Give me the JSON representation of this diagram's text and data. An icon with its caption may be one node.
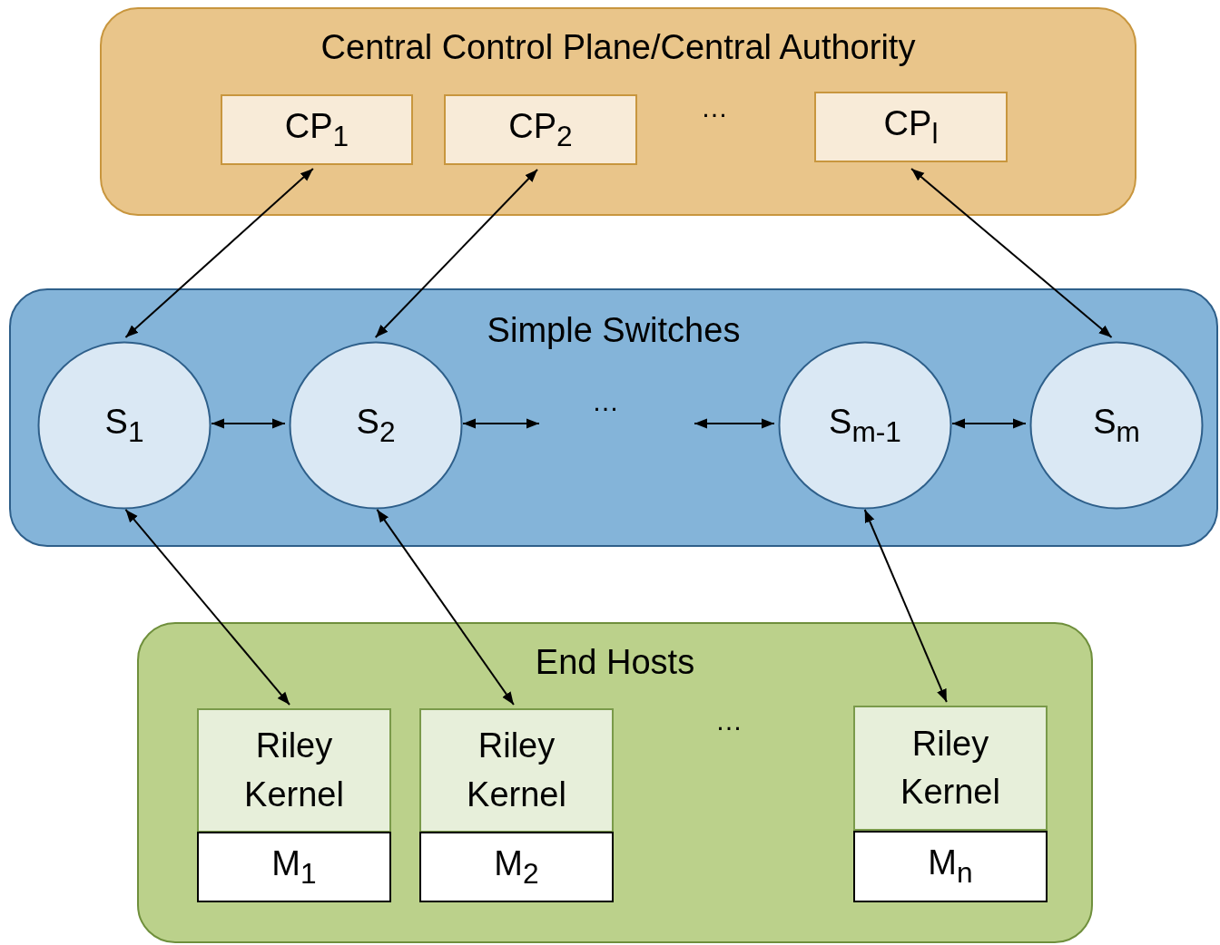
{
  "diagram": {
    "nodes": [
      {
        "text": [
          "Central Control Plane/Central Authority"
        ]
      },
      {
        "text": [
          "CP$_{1}$"
        ],
        "in": 0
      },
      {
        "text": [
          "CP$_{2}$"
        ],
        "in": 0
      },
      {
        "text": [
          "CP$_{l}$"
        ],
        "in": 0
      },
      {
        "text": [
          "Simple Switches"
        ]
      },
      {
        "text": [
          "S$_{1}$"
        ],
        "in": 4
      },
      {
        "text": [
          "S$_{2}$"
        ],
        "in": 4
      },
      {
        "text": [
          "S$_{m-1}$"
        ],
        "in": 4
      },
      {
        "text": [
          "S$_{m}$"
        ],
        "in": 4
      },
      {
        "text": [
          "End Hosts"
        ]
      },
      {
        "text": [
          "Riley Kernel"
        ],
        "in": 9
      },
      {
        "text": [
          "M$_{1}$"
        ],
        "in": 9
      },
      {
        "text": [
          "Riley Kernel"
        ],
        "in": 9
      },
      {
        "text": [
          "M$_{2}$"
        ],
        "in": 9
      },
      {
        "text": [
          "Riley Kernel"
        ],
        "in": 9
      },
      {
        "text": [
          "M$_{n}$"
        ],
        "in": 9
      }
    ],
    "edges": [
      {
        "from": 1,
        "to": 5,
        "arrow": "both"
      },
      {
        "from": 2,
        "to": 6,
        "arrow": "both"
      },
      {
        "from": 3,
        "to": 8,
        "arrow": "both"
      },
      {
        "from": 5,
        "to": 6,
        "arrow": "both"
      },
      {
        "from": 6,
        "to": null,
        "arrow": "both"
      },
      {
        "from": null,
        "to": 7,
        "arrow": "both"
      },
      {
        "from": 7,
        "to": 8,
        "arrow": "both"
      },
      {
        "from": 5,
        "to": 10,
        "arrow": "both"
      },
      {
        "from": 6,
        "to": 12,
        "arrow": "both"
      },
      {
        "from": 7,
        "to": 14,
        "arrow": "both"
      }
    ],
    "labels": [
      "…",
      "…",
      "…"
    ]
  }
}
